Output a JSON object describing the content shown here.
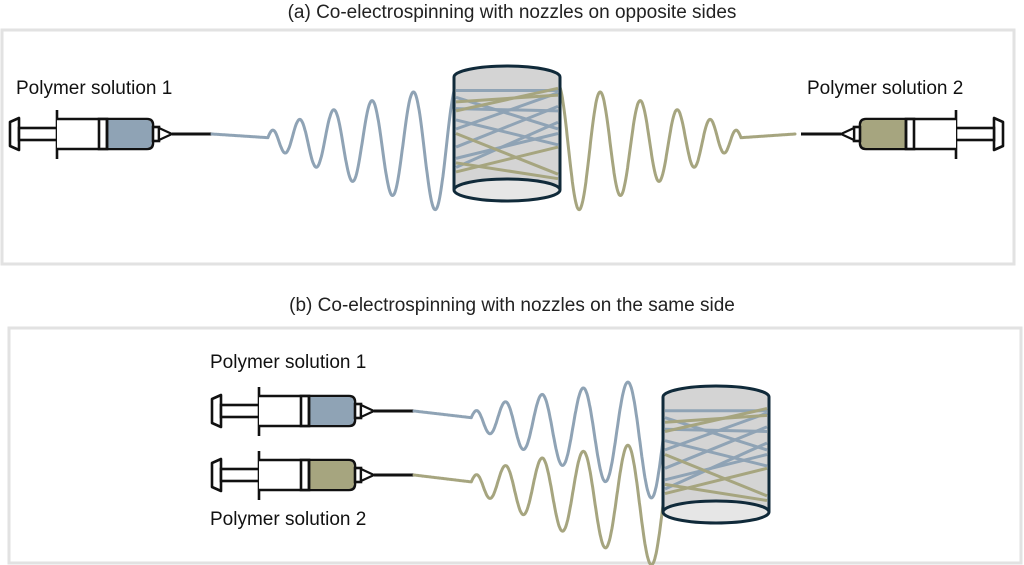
{
  "panel_a": {
    "title": "(a) Co-electrospinning with nozzles on opposite sides",
    "label_left": "Polymer solution 1",
    "label_right": "Polymer solution 2"
  },
  "panel_b": {
    "title": "(b) Co-electrospinning with nozzles on the same side",
    "label_top": "Polymer solution 1",
    "label_bottom": "Polymer solution 2"
  },
  "colors": {
    "solution_1": "#8fa3b5",
    "solution_2": "#a6a57f",
    "collector_fill": "#d4d4d4",
    "collector_bottom": "#e6e6e6",
    "collector_stroke": "#102a3a",
    "panel_border": "#e2e2e2",
    "syringe_stroke": "#111111"
  },
  "icons": {
    "syringe": "syringe-icon",
    "collector": "drum-collector-icon",
    "jet": "whipping-jet"
  }
}
